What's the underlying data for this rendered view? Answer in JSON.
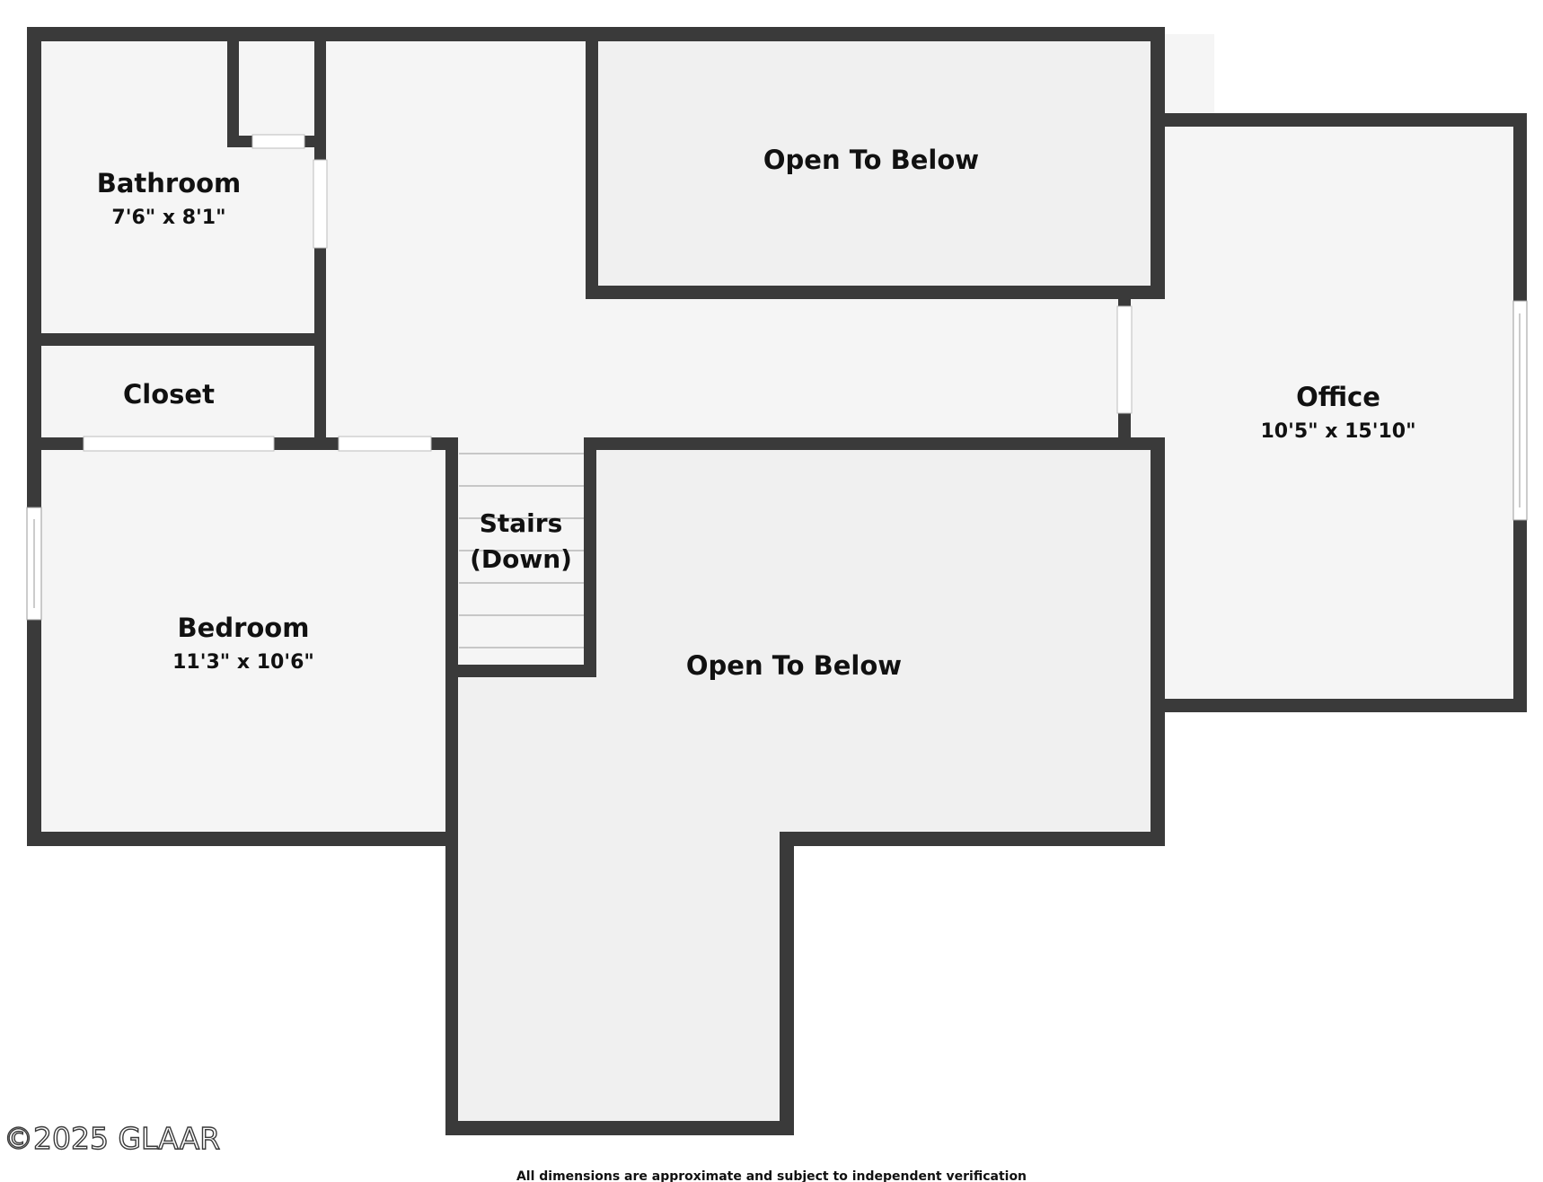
{
  "rooms": {
    "bathroom": {
      "name": "Bathroom",
      "dims": "7'6\" x 8'1\""
    },
    "closet": {
      "name": "Closet"
    },
    "bedroom": {
      "name": "Bedroom",
      "dims": "11'3\" x 10'6\""
    },
    "stairs": {
      "line1": "Stairs",
      "line2": "(Down)"
    },
    "open_top": {
      "name": "Open To Below"
    },
    "open_bottom": {
      "name": "Open To Below"
    },
    "office": {
      "name": "Office",
      "dims": "10'5\" x 15'10\""
    }
  },
  "watermark": "©2025 GLAAR",
  "disclaimer": "All dimensions are approximate and subject to independent verification",
  "colors": {
    "wall": "#3a3a3a",
    "floor": "#f5f5f5",
    "open_area": "#f0f0f0",
    "opening": "#ffffff"
  }
}
